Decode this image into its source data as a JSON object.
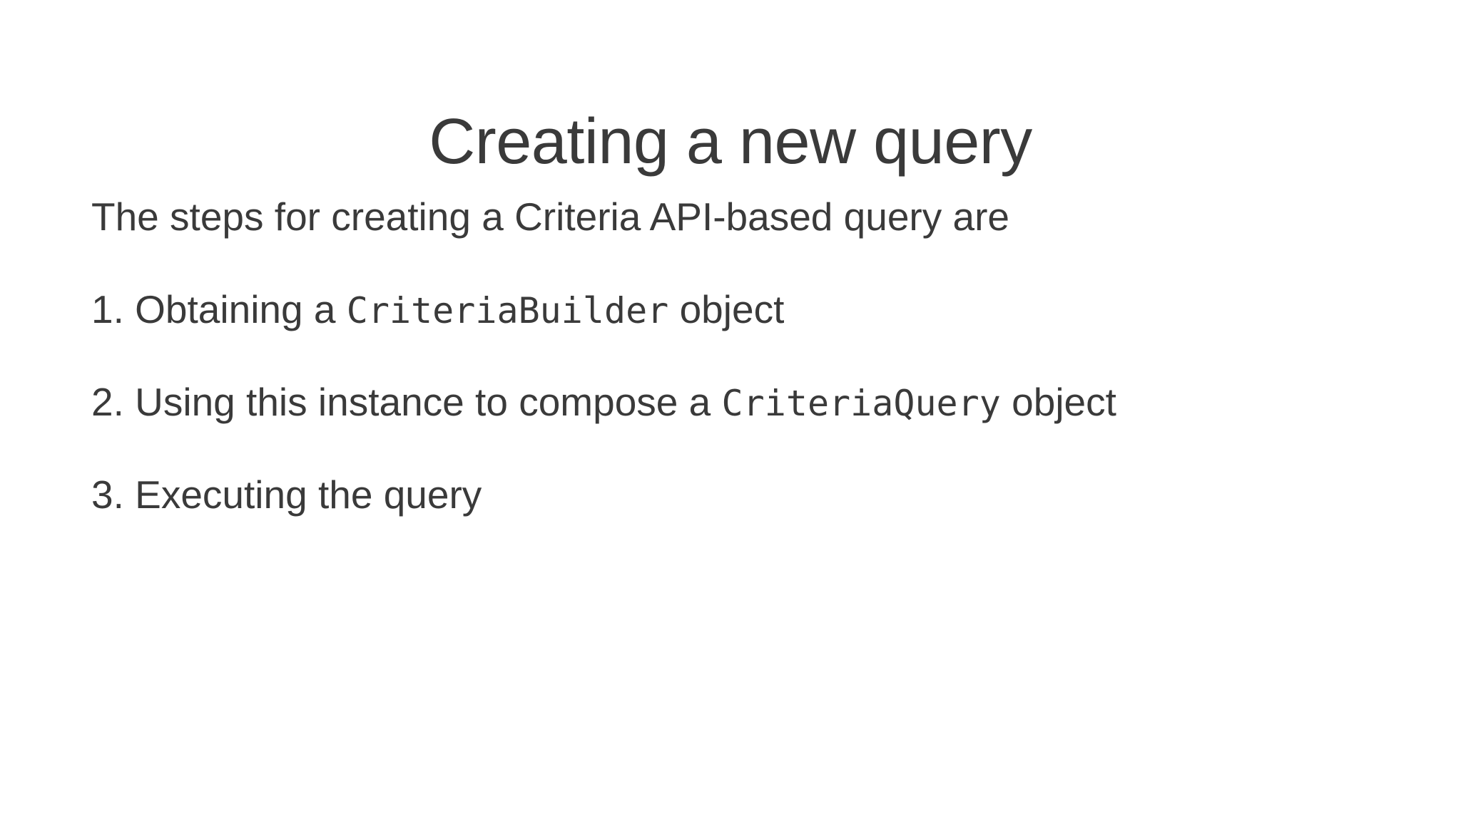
{
  "slide": {
    "background_color": "#ffffff",
    "text_color": "#3a3a3a",
    "title": "Creating a new query"
  },
  "body": {
    "intro": "The steps for creating a Criteria API-based query are",
    "steps": [
      {
        "number": "1.",
        "before": "Obtaining a",
        "code": "CriteriaBuilder",
        "after": "object",
        "full_text": "1. Obtaining a CriteriaBuilder object"
      },
      {
        "number": "2.",
        "before": "Using this instance to compose a",
        "code": "CriteriaQuery",
        "after": "object",
        "full_text": "2. Using this instance to compose a CriteriaQuery object"
      },
      {
        "number": "3.",
        "before": "Executing the query",
        "code": "",
        "after": "",
        "full_text": "3. Executing the query"
      }
    ]
  }
}
